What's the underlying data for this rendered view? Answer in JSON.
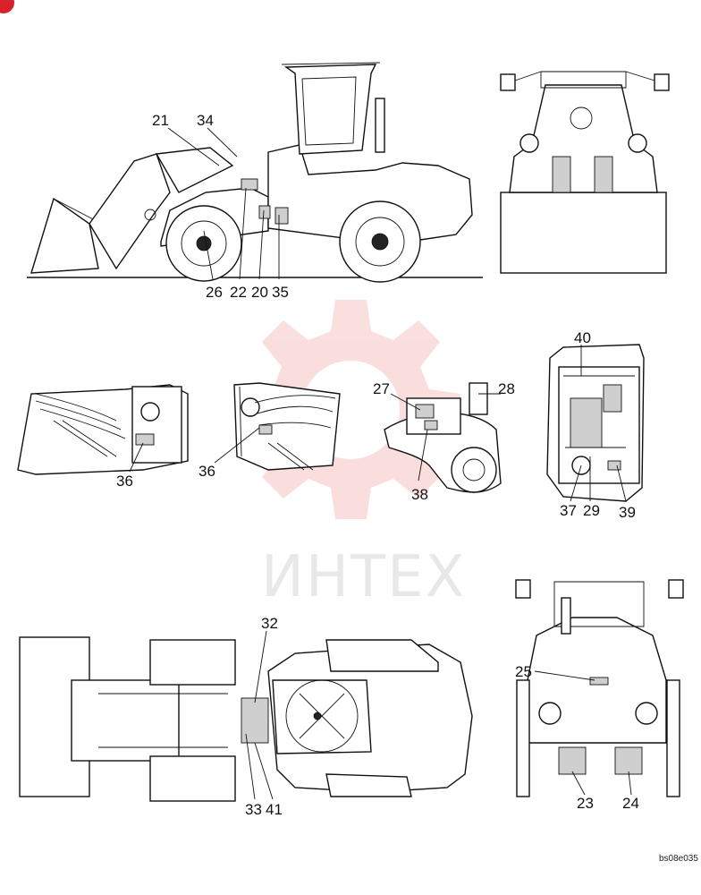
{
  "watermark": {
    "text": "ИНТЕХ",
    "color": "#f4b8b8"
  },
  "corner_badge": {
    "color": "#d9212c"
  },
  "reference_code": "bs08e035",
  "callouts": {
    "c21": "21",
    "c34": "34",
    "c26": "26",
    "c22": "22",
    "c20": "20",
    "c35": "35",
    "c36a": "36",
    "c36b": "36",
    "c27": "27",
    "c28": "28",
    "c38": "38",
    "c40": "40",
    "c37": "37",
    "c29": "29",
    "c39": "39",
    "c32": "32",
    "c33": "33",
    "c41": "41",
    "c25": "25",
    "c23": "23",
    "c24": "24"
  }
}
